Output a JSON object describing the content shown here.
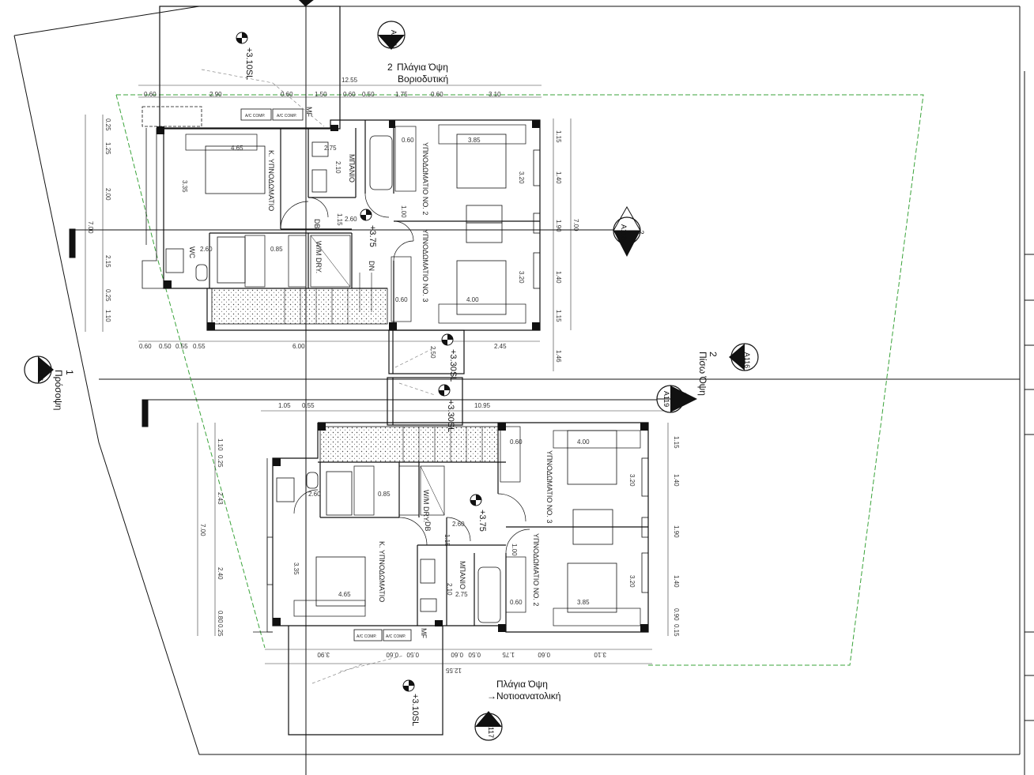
{
  "elevations": {
    "side_nw": {
      "num": "2",
      "title": "Πλάγια Όψη",
      "sub": "Βοριοδυτική",
      "ref": "A117"
    },
    "side_se": {
      "num": "",
      "title": "Πλάγια Όψη",
      "sub": "Νοτιοανατολική",
      "ref": "A117"
    },
    "front": {
      "num": "1",
      "title": "Πρόσοψη",
      "ref": "A116"
    },
    "back": {
      "num": "2",
      "title": "Πίσω Όψη",
      "ref": "A116"
    },
    "section_2": {
      "num": "2",
      "ref": "A118"
    },
    "section_1": {
      "num": "1",
      "ref": "A119"
    }
  },
  "levels": {
    "upper_floor": "+3.75",
    "lower_floor": "+3.75",
    "balcony_top": "+3.10SL",
    "balcony_bottom": "+3.10SL",
    "stair_top": "+3.30SL",
    "stair_bottom": "+3.30SL"
  },
  "rooms": {
    "master": "Κ. ΥΠΝΟΔΩΜΑΤΙΟ",
    "bath": "ΜΠΑΝΙΟ",
    "bed2": "ΥΠΝΟΔΩΜΑΤΙΟ ΝΟ. 2",
    "bed3": "ΥΠΝΟΔΩΜΑΤΙΟ ΝΟ. 3",
    "wc": "WC",
    "wm_dry": "W/M DRY.",
    "db": "DB",
    "dn": "DN",
    "mf": "MF",
    "ac_comp": "A/C COMP."
  },
  "dims_top": {
    "overall": "12.55",
    "chain": [
      "0.60",
      "2.90",
      "0.60",
      "1.50",
      "0.60",
      "0.50",
      "1.75",
      "0.60",
      "3.10"
    ]
  },
  "dims_bottom_upper": {
    "chain": [
      "0.60",
      "0.50",
      "0.55",
      "0.55",
      "6.00",
      "2.45"
    ]
  },
  "dims_left_upper": {
    "overall": "7.00",
    "chain": [
      "0.25",
      "1.25",
      "2.00",
      "2.15",
      "0.25",
      "1.10"
    ]
  },
  "dims_right_upper": {
    "overall": "7.00",
    "chain": [
      "1.15",
      "1.40",
      "1.90",
      "1.40",
      "1.15",
      "1.46"
    ]
  },
  "dims_top_lower": {
    "chain": [
      "1.05",
      "0.55",
      "10.95"
    ]
  },
  "dims_left_lower": {
    "overall": "7.00",
    "chain": [
      "1.10",
      "0.25",
      "2.43",
      "2.40",
      "0.80",
      "0.25"
    ]
  },
  "dims_right_lower": {
    "chain": [
      "1.15",
      "1.40",
      "1.90",
      "1.40",
      "0.90",
      "0.15"
    ]
  },
  "dims_bottom_lower": {
    "overall": "12.55",
    "chain": [
      "3.90",
      "0.60",
      "0.50",
      "0.60",
      "0.50",
      "1.75",
      "0.60",
      "3.10"
    ]
  },
  "inner_dims_upper": {
    "master_w": "4.65",
    "master_d": "3.35",
    "bath_w": "2.75",
    "bath_d": "2.10",
    "bed2_w": "3.85",
    "bed2_d": "3.20",
    "bed3_w": "4.00",
    "bed3_d": "3.20",
    "hall_w": "2.60",
    "hall_s": "1.15",
    "corr": "1.00",
    "wc_w": "2.60",
    "lin_w": "0.85",
    "stair": "2.50",
    "ledge": "0.60",
    "ledge2": "0.60"
  },
  "inner_dims_lower": {
    "master_w": "4.65",
    "master_d": "3.35",
    "bath_w": "2.75",
    "bath_d": "2.10",
    "bed2_w": "3.85",
    "bed2_d": "3.20",
    "bed3_w": "4.00",
    "bed3_d": "3.20",
    "hall_w": "2.60",
    "hall_s": "1.15",
    "corr": "1.00",
    "wc_w": "2.60",
    "lin_w": "0.85",
    "ledge": "0.60",
    "ledge2": "0.60"
  },
  "colors": {
    "line": "#111111",
    "dash_site": "#3aa33a",
    "grey": "#888888",
    "hatch": "#555555"
  }
}
